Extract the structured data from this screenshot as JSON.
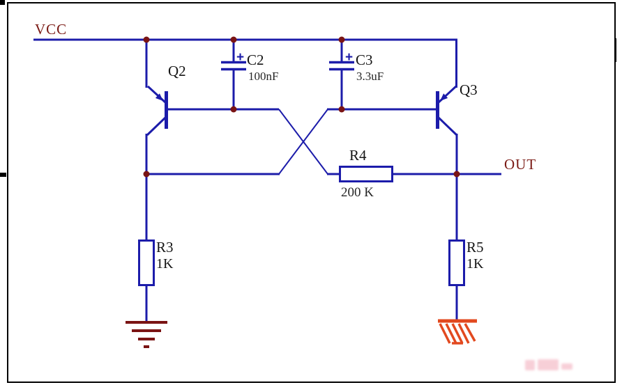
{
  "colors": {
    "wire": "#1c1caa",
    "dot": "#7a1414",
    "net_label": "#7a1a14",
    "component_label": "#151515",
    "value_label": "#262626",
    "ground_left": "#7a1414",
    "ground_right": "#e2491f",
    "border": "#000000",
    "watermark": "#f2a8b8"
  },
  "net_labels": {
    "vcc": "VCC",
    "out": "OUT"
  },
  "components": {
    "q2": {
      "ref": "Q2"
    },
    "q3": {
      "ref": "Q3"
    },
    "c2": {
      "ref": "C2",
      "value": "100nF",
      "polarity": "+"
    },
    "c3": {
      "ref": "C3",
      "value": "3.3uF",
      "polarity": "+"
    },
    "r3": {
      "ref": "R3",
      "value": "1K"
    },
    "r4": {
      "ref": "R4",
      "value": "200 K"
    },
    "r5": {
      "ref": "R5",
      "value": "1K"
    }
  }
}
